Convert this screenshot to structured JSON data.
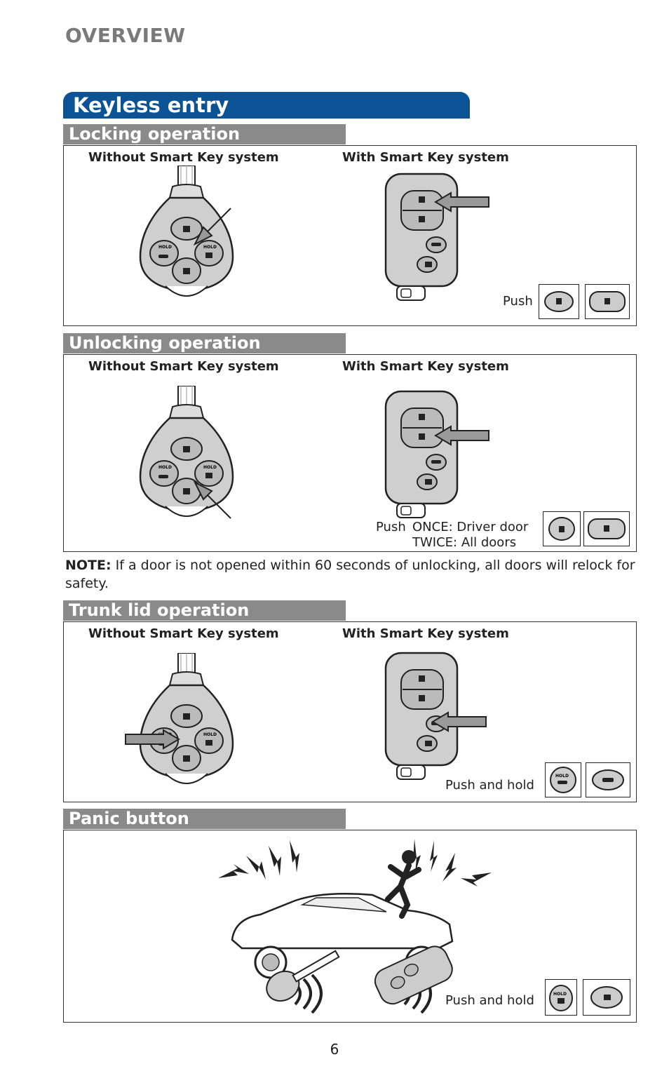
{
  "header": {
    "section": "OVERVIEW",
    "title": "Keyless entry"
  },
  "sections": {
    "locking": {
      "title": "Locking operation",
      "without_label": "Without Smart Key system",
      "with_label": "With Smart Key system",
      "push_text": "Push"
    },
    "unlocking": {
      "title": "Unlocking operation",
      "without_label": "Without Smart Key system",
      "with_label": "With Smart Key system",
      "push_text": "Push",
      "once_text": "ONCE: Driver door",
      "twice_text": "TWICE: All doors"
    },
    "note": {
      "label": "NOTE:",
      "text": " If a door is not opened within 60 seconds of unlocking, all doors will relock for safety."
    },
    "trunk": {
      "title": "Trunk lid operation",
      "without_label": "Without Smart Key system",
      "with_label": "With Smart Key system",
      "push_text": "Push and hold"
    },
    "panic": {
      "title": "Panic button",
      "push_text": "Push and hold"
    }
  },
  "button_icons": {
    "hold": "HOLD",
    "lock": "lock-icon",
    "unlock": "unlock-icon",
    "trunk": "car-trunk-icon",
    "panic": "panic-icon"
  },
  "footer": {
    "page_number": "6"
  },
  "colors": {
    "title_bar": "#0b5394",
    "section_bar": "#8a8a8a"
  }
}
